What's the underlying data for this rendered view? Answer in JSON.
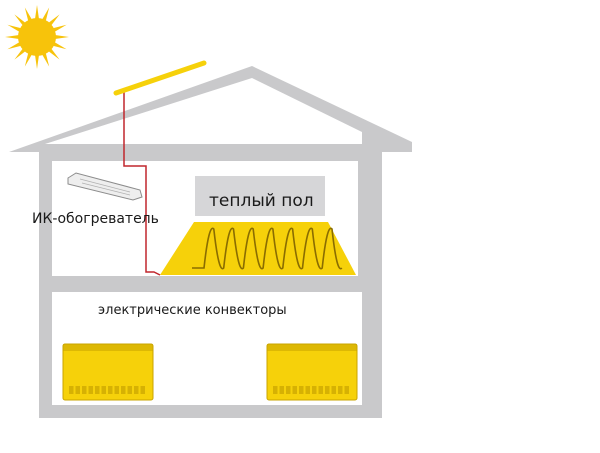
{
  "labels": {
    "ir_heater": "ИК-обогреватель",
    "warm_floor": "теплый пол",
    "convectors": "электрические конвекторы"
  },
  "colors": {
    "house": "#c9c9cb",
    "interior": "#ffffff",
    "heater_yellow": "#f6d10a",
    "heater_dark": "#c9a400",
    "sun": "#f7c30b",
    "wire_red": "#c0272d",
    "floor_gray": "#d6d6d8",
    "cable": "#8a6d00"
  },
  "icons": {
    "sun": "sun-icon",
    "solar_panel": "solar-panel-icon",
    "ir_heater": "ir-heater-icon",
    "convector": "convector-icon"
  }
}
